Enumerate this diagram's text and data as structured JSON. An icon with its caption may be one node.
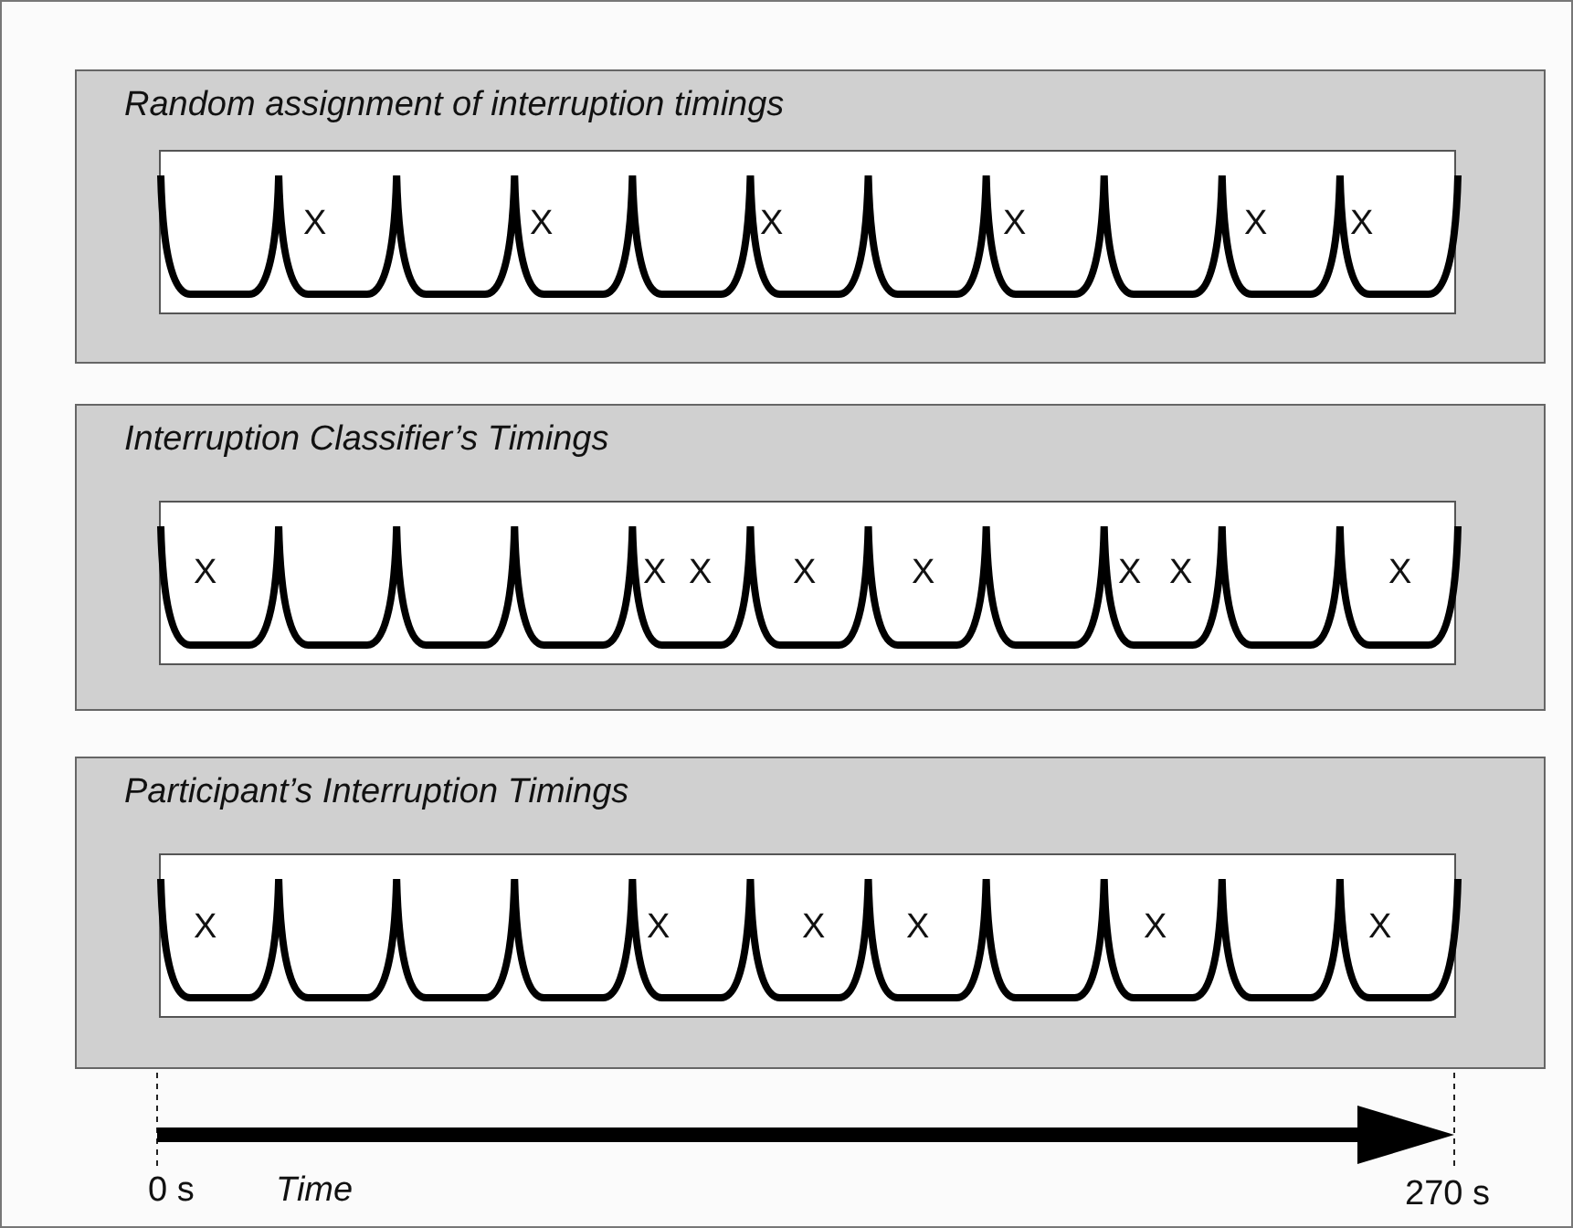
{
  "diagram": {
    "nodes": [
      {
        "text": [
          "Random assignment of interruption timings"
        ]
      },
      {
        "text": [],
        "shape": "box",
        "in": 0
      },
      {
        "text": [
          "Interruption Classifier’s Timings"
        ]
      },
      {
        "text": [],
        "shape": "box",
        "in": 2
      },
      {
        "text": [
          "Participant’s Interruption Timings"
        ]
      },
      {
        "text": [],
        "shape": "box",
        "in": 4
      }
    ],
    "labels": [
      "X",
      "X",
      "X",
      "X",
      "X",
      "X",
      "X",
      "X",
      "X",
      "X",
      "X",
      "X",
      "X",
      "X",
      "X",
      "X",
      "X",
      "X",
      "X",
      "X",
      "0 s",
      "Time",
      "270 s"
    ]
  }
}
